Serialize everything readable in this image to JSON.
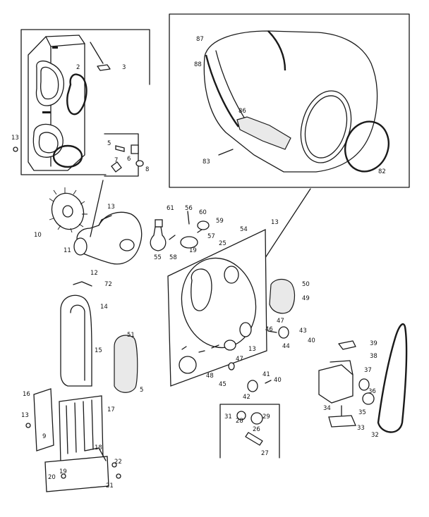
{
  "callouts": [
    "87",
    "88",
    "86",
    "83",
    "82",
    "3",
    "2",
    "13",
    "5",
    "6",
    "7",
    "8",
    "10",
    "11",
    "13",
    "61",
    "56",
    "60",
    "59",
    "57",
    "25",
    "19",
    "55",
    "58",
    "54",
    "13",
    "12",
    "72",
    "14",
    "51",
    "15",
    "5",
    "50",
    "49",
    "47",
    "46",
    "44",
    "43",
    "40",
    "13",
    "48",
    "47",
    "45",
    "41",
    "40",
    "42",
    "39",
    "38",
    "37",
    "36",
    "35",
    "34",
    "33",
    "32",
    "31",
    "28",
    "29",
    "26",
    "27",
    "16",
    "17",
    "13",
    "9",
    "18",
    "22",
    "19",
    "20",
    "21"
  ],
  "colors": {
    "ink": "#1a1a1a",
    "paper": "#ffffff",
    "shade": "#e9e9e9"
  }
}
